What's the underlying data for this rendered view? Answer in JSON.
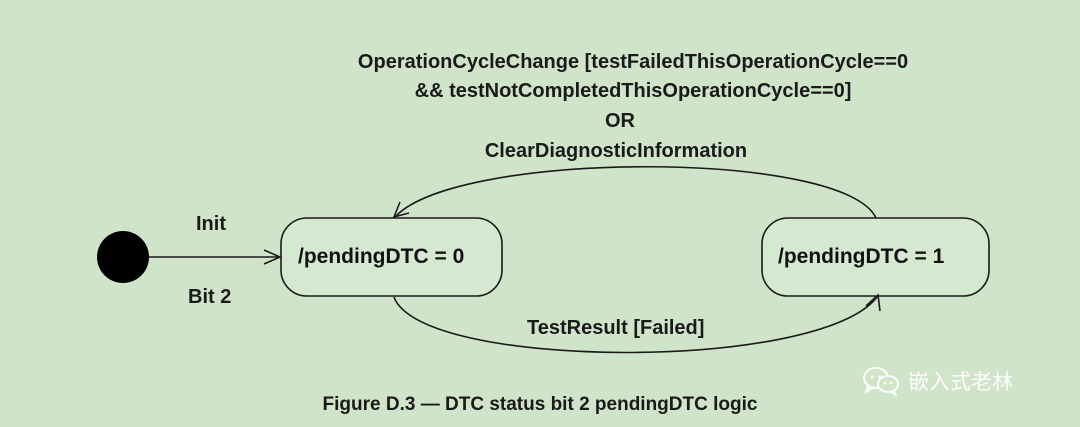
{
  "transitions": {
    "reset_condition": [
      "OperationCycleChange [testFailedThisOperationCycle==0",
      "&& testNotCompletedThisOperationCycle==0]",
      "OR",
      "ClearDiagnosticInformation"
    ],
    "init_label": "Init",
    "init_bit_label": "Bit 2",
    "fail_condition": "TestResult [Failed]"
  },
  "states": {
    "state_zero": "/pendingDTC = 0",
    "state_one": "/pendingDTC = 1"
  },
  "caption": "Figure D.3 — DTC status bit 2 pendingDTC logic",
  "watermark": {
    "icon": "wechat-icon",
    "text": "嵌入式老林"
  },
  "colors": {
    "background": "#cfe4c9",
    "stroke": "#1a1a1a",
    "watermark": "#ffffff"
  }
}
